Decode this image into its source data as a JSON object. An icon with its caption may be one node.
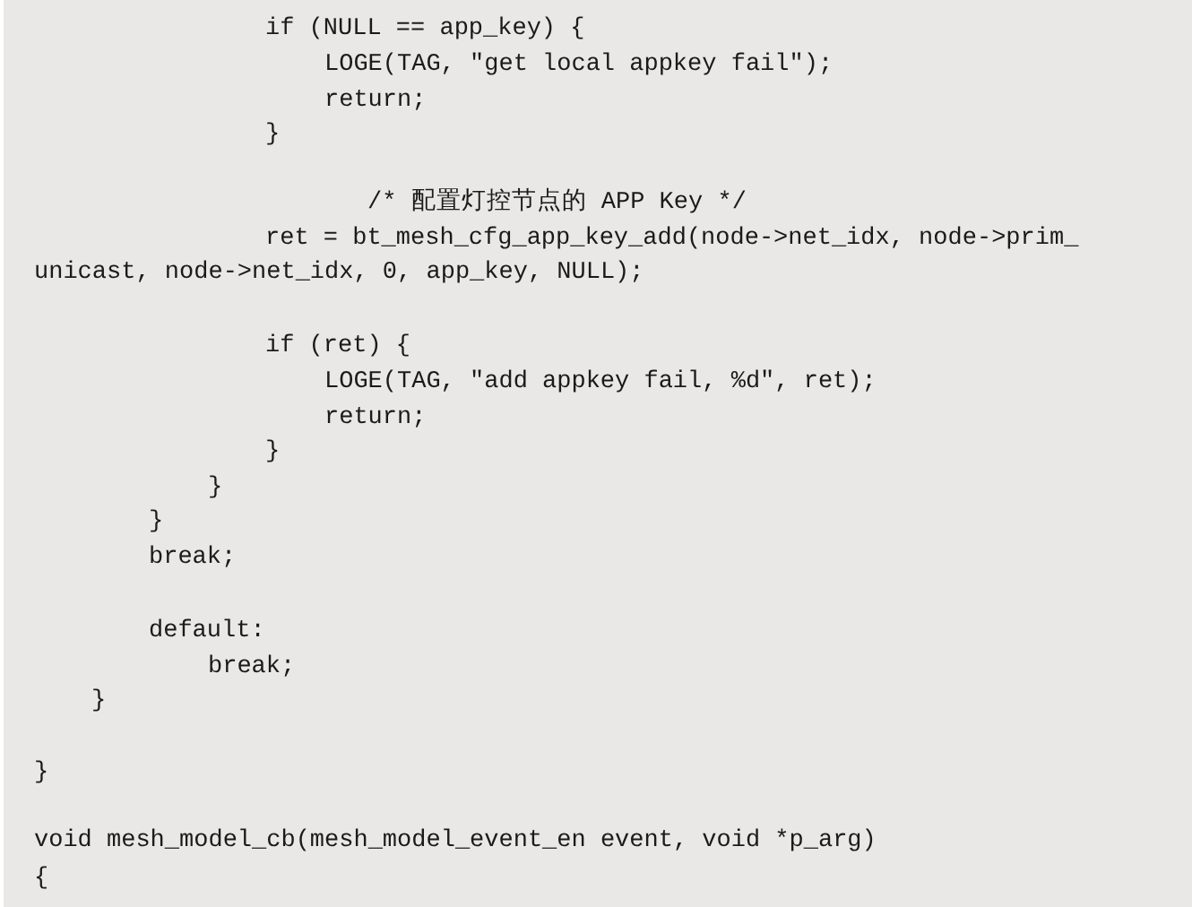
{
  "diagram": {
    "labels": [
      "if (NULL == app_key) {",
      "LOGE(TAG, \"get local appkey fail\");",
      "return;",
      "}",
      "/* 配置灯控节点的 APP Key */",
      "ret = bt_mesh_cfg_app_key_add(node->net_idx, node->prim_",
      "unicast, node->net_idx, 0, app_key, NULL);",
      "if (ret) {",
      "LOGE(TAG, \"add appkey fail, %d\", ret);",
      "return;",
      "}",
      "}",
      "}",
      "break;",
      "default:",
      "break;",
      "}",
      "}",
      "void mesh_model_cb(mesh_model_event_en event, void *p_arg)",
      "{"
    ]
  }
}
